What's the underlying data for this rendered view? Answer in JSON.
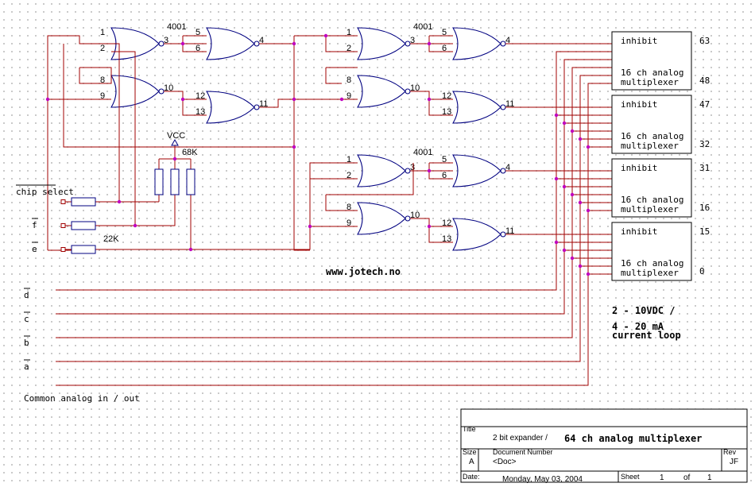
{
  "chips": {
    "type": "4001",
    "pin_numbers": {
      "gate_a": [
        "1",
        "2",
        "3"
      ],
      "gate_b": [
        "5",
        "6",
        "4"
      ],
      "gate_c": [
        "8",
        "9",
        "10"
      ],
      "gate_d": [
        "12",
        "13",
        "11"
      ]
    }
  },
  "power": {
    "vcc": "VCC",
    "pullup": "68K",
    "series": "22K"
  },
  "inputs": {
    "chip_select": "chip select",
    "f": "f",
    "e": "e",
    "d": "d",
    "c": "c",
    "b": "b",
    "a": "a",
    "common": "Common analog in / out"
  },
  "mux": {
    "inhibit": "inhibit",
    "line1": "16 ch analog",
    "line2": "multiplexer",
    "channels": [
      [
        "63",
        "48"
      ],
      [
        "47",
        "32"
      ],
      [
        "31",
        "16"
      ],
      [
        "15",
        "0"
      ]
    ]
  },
  "url": "www.jotech.no",
  "note": {
    "line1": "2 - 10VDC /",
    "line2": "4 - 20 mA",
    "line3": "current loop"
  },
  "title_block": {
    "title_label": "Title",
    "title_prefix": "2 bit expander /",
    "title": "64 ch analog multiplexer",
    "size_label": "Size",
    "size": "A",
    "docnum_label": "Document Number",
    "docnum": "<Doc>",
    "rev_label": "Rev",
    "rev": "JF",
    "date_label": "Date:",
    "date": "Monday, May 03, 2004",
    "sheet_label": "Sheet",
    "sheet": "1",
    "of_label": "of",
    "of": "1"
  }
}
